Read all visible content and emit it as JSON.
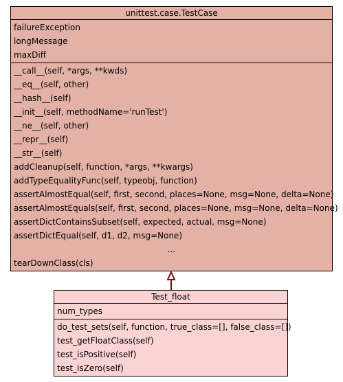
{
  "colors": {
    "base_fill": "#e3b1a6",
    "child_fill": "#fbd3d3",
    "inheritance_arrow": "#7a0c0c"
  },
  "base_class": {
    "name": "unittest.case.TestCase",
    "attributes": [
      "failureException",
      "longMessage",
      "maxDiff"
    ],
    "methods": [
      "__call__(self, *args, **kwds)",
      "__eq__(self, other)",
      "__hash__(self)",
      "__init__(self, methodName='runTest')",
      "__ne__(self, other)",
      "__repr__(self)",
      "__str__(self)",
      "addCleanup(self, function, *args, **kwargs)",
      "addTypeEqualityFunc(self, typeobj, function)",
      "assertAlmostEqual(self, first, second, places=None, msg=None, delta=None)",
      "assertAlmostEquals(self, first, second, places=None, msg=None, delta=None)",
      "assertDictContainsSubset(self, expected, actual, msg=None)",
      "assertDictEqual(self, d1, d2, msg=None)",
      "...",
      "tearDownClass(cls)"
    ]
  },
  "child_class": {
    "name": "Test_float",
    "attributes": [
      "num_types"
    ],
    "methods": [
      "do_test_sets(self, function, true_class=[], false_class=[])",
      "test_getFloatClass(self)",
      "test_isPositive(self)",
      "test_isZero(self)"
    ]
  }
}
